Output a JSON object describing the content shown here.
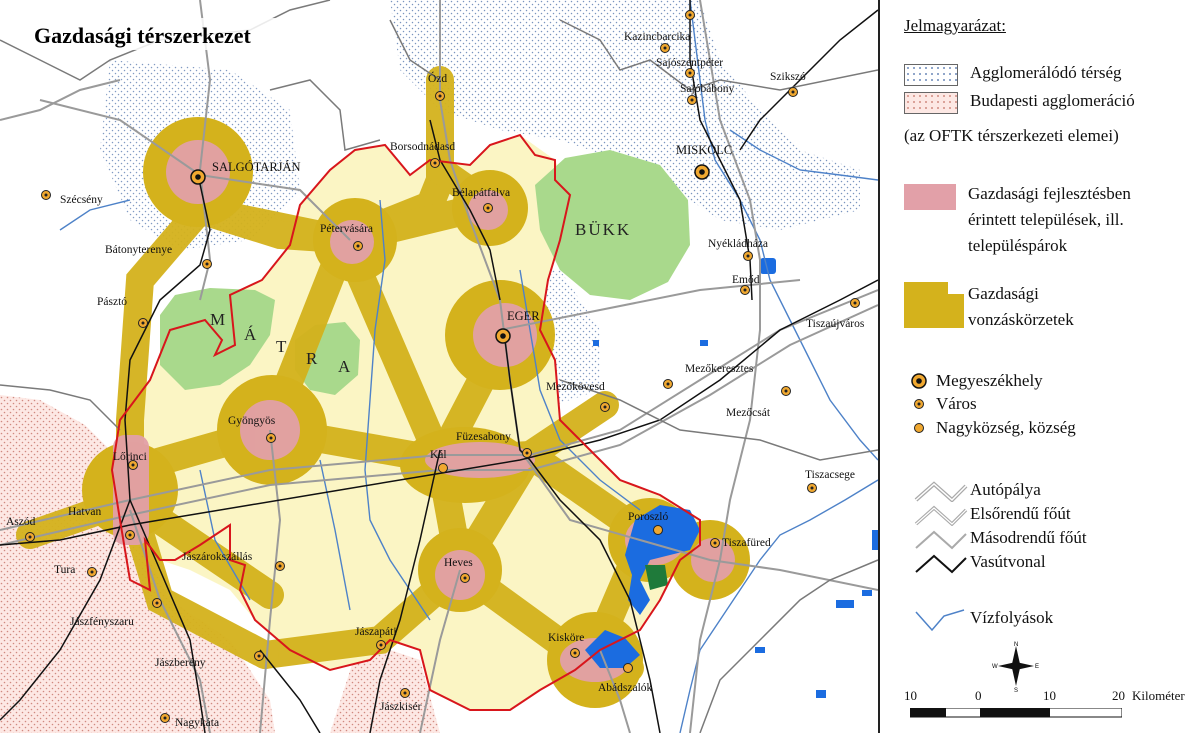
{
  "map": {
    "title": "Gazdasági térszerkezet",
    "regions": {
      "bukk": "BÜKK",
      "matra_letters": [
        "M",
        "Á",
        "T",
        "R",
        "A"
      ]
    },
    "places": [
      {
        "id": "salgotarjan",
        "name": "SALGÓTARJÁN",
        "type": "county_seat"
      },
      {
        "id": "eger",
        "name": "EGER",
        "type": "county_seat"
      },
      {
        "id": "miskolc",
        "name": "MISKOLC",
        "type": "county_seat"
      },
      {
        "id": "ozd",
        "name": "Ózd",
        "type": "town"
      },
      {
        "id": "kazincbarcika",
        "name": "Kazincbarcika",
        "type": "town"
      },
      {
        "id": "sajoszentpeter",
        "name": "Sajószentpéter",
        "type": "town"
      },
      {
        "id": "sajobabony",
        "name": "Sajóbábony",
        "type": "town"
      },
      {
        "id": "szikszo",
        "name": "Szikszó",
        "type": "town"
      },
      {
        "id": "borsodnadasd",
        "name": "Borsodnádasd",
        "type": "town"
      },
      {
        "id": "belapatfalva",
        "name": "Bélapátfalva",
        "type": "town"
      },
      {
        "id": "petervasara",
        "name": "Pétervására",
        "type": "town"
      },
      {
        "id": "szecseny",
        "name": "Szécsény",
        "type": "town"
      },
      {
        "id": "batonyterenye",
        "name": "Bátonyterenye",
        "type": "town"
      },
      {
        "id": "paszto",
        "name": "Pásztó",
        "type": "town"
      },
      {
        "id": "nyekladhaza",
        "name": "Nyékládháza",
        "type": "town"
      },
      {
        "id": "emod",
        "name": "Emőd",
        "type": "town"
      },
      {
        "id": "tiszaujvaros",
        "name": "Tiszaújváros",
        "type": "town"
      },
      {
        "id": "mezokeresztes",
        "name": "Mezőkeresztes",
        "type": "town"
      },
      {
        "id": "mezokovesd",
        "name": "Mezőkövesd",
        "type": "town"
      },
      {
        "id": "mezocsat",
        "name": "Mezőcsát",
        "type": "town"
      },
      {
        "id": "gyongyos",
        "name": "Gyöngyös",
        "type": "town"
      },
      {
        "id": "fuzesabony",
        "name": "Füzesabony",
        "type": "town"
      },
      {
        "id": "kal",
        "name": "Kál",
        "type": "village"
      },
      {
        "id": "lorinci",
        "name": "Lőrinci",
        "type": "town"
      },
      {
        "id": "hatvan",
        "name": "Hatvan",
        "type": "town"
      },
      {
        "id": "aszod",
        "name": "Aszód",
        "type": "town"
      },
      {
        "id": "tura",
        "name": "Tura",
        "type": "town"
      },
      {
        "id": "jaszarokszallas",
        "name": "Jászárokszállás",
        "type": "town"
      },
      {
        "id": "jaszfenyszaru",
        "name": "Jászfényszaru",
        "type": "town"
      },
      {
        "id": "jaszbereny",
        "name": "Jászberény",
        "type": "town"
      },
      {
        "id": "jaszapati",
        "name": "Jászapáti",
        "type": "town"
      },
      {
        "id": "jaszkiser",
        "name": "Jászkisér",
        "type": "town"
      },
      {
        "id": "nagykata",
        "name": "Nagykáta",
        "type": "town"
      },
      {
        "id": "heves",
        "name": "Heves",
        "type": "town"
      },
      {
        "id": "poroszlo",
        "name": "Poroszló",
        "type": "village"
      },
      {
        "id": "tiszafured",
        "name": "Tiszafüred",
        "type": "town"
      },
      {
        "id": "tiszacsege",
        "name": "Tiszacsege",
        "type": "town"
      },
      {
        "id": "kiskore",
        "name": "Kisköre",
        "type": "town"
      },
      {
        "id": "abadszalok",
        "name": "Abádszalók",
        "type": "town"
      }
    ],
    "colors": {
      "attraction": "#d4b21c",
      "development": "#e2a0a8",
      "region_fill": "#fbf5c4",
      "forest": "#a9d98c",
      "border": "#d8161c",
      "water": "#1b6ce0",
      "rail": "#111111",
      "road": "#9a9a9a",
      "river": "#4e82c8"
    }
  },
  "legend": {
    "title": "Jelmagyarázat:",
    "agglom_1": "Agglomerálódó térség",
    "agglom_2": "Budapesti agglomeráció",
    "oftk_note": "(az OFTK térszerkezeti elemei)",
    "dev_line1": "Gazdasági fejlesztésben",
    "dev_line2": "érintett települések, ill.",
    "dev_line3": "településpárok",
    "attr_line1": "Gazdasági",
    "attr_line2": "vonzáskörzetek",
    "county_seat": "Megyeszékhely",
    "town": "Város",
    "village": "Nagyközség, község",
    "motorway": "Autópálya",
    "primary_road": "Elsőrendű főút",
    "secondary_road": "Másodrendű főút",
    "railway": "Vasútvonal",
    "waterways": "Vízfolyások",
    "compass": {
      "n": "N",
      "s": "S",
      "e": "E",
      "w": "W"
    },
    "scale": {
      "t0": "10",
      "t1": "0",
      "t2": "10",
      "t3": "20",
      "unit": "Kilométer"
    }
  }
}
